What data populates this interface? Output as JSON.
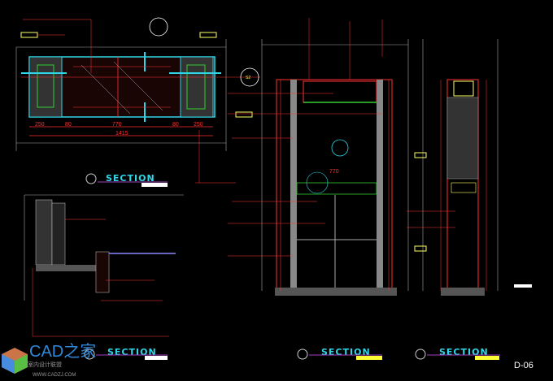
{
  "drawing": {
    "sheet_number": "D-06",
    "section_title": "SECTION",
    "plan_dimensions": [
      "250",
      "80",
      "770",
      "80",
      "250"
    ],
    "plan_total": "1415",
    "callout_tag": "S2",
    "elevation_width": "770"
  },
  "watermark": {
    "brand": "CAD之家",
    "subtitle": "室内设计联盟",
    "url": "WWW.CADZJ.COM"
  },
  "colors": {
    "dimension": "#ff3030",
    "section": "#2fd6e8",
    "label": "#ffff60"
  }
}
